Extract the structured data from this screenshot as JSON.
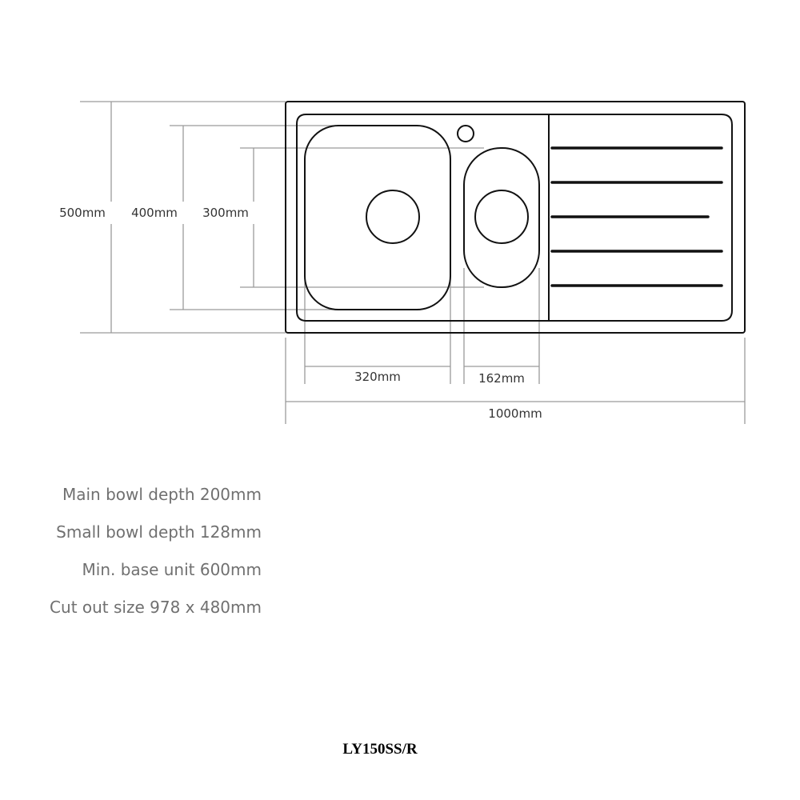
{
  "dimensions": {
    "overall_depth": "500mm",
    "inner_depth": "400mm",
    "small_bowl_length": "300mm",
    "main_bowl_width": "320mm",
    "small_bowl_width": "162mm",
    "overall_width": "1000mm"
  },
  "specs": [
    "Main bowl depth 200mm",
    "Small bowl depth 128mm",
    "Min. base unit 600mm",
    "Cut out size 978 x 480mm"
  ],
  "model": "LY150SS/R",
  "colors": {
    "outline": "#111111",
    "dimension_line": "#9a9a9a",
    "spec_text": "#707070"
  }
}
